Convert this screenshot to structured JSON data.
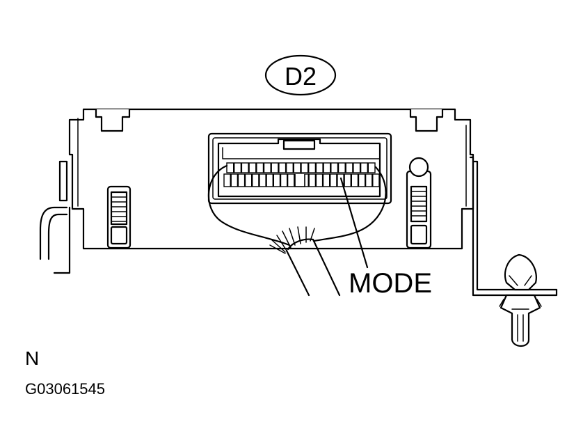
{
  "connector_label": "D2",
  "pin_label": "MODE",
  "view_code": "N",
  "figure_id": "G03061545"
}
